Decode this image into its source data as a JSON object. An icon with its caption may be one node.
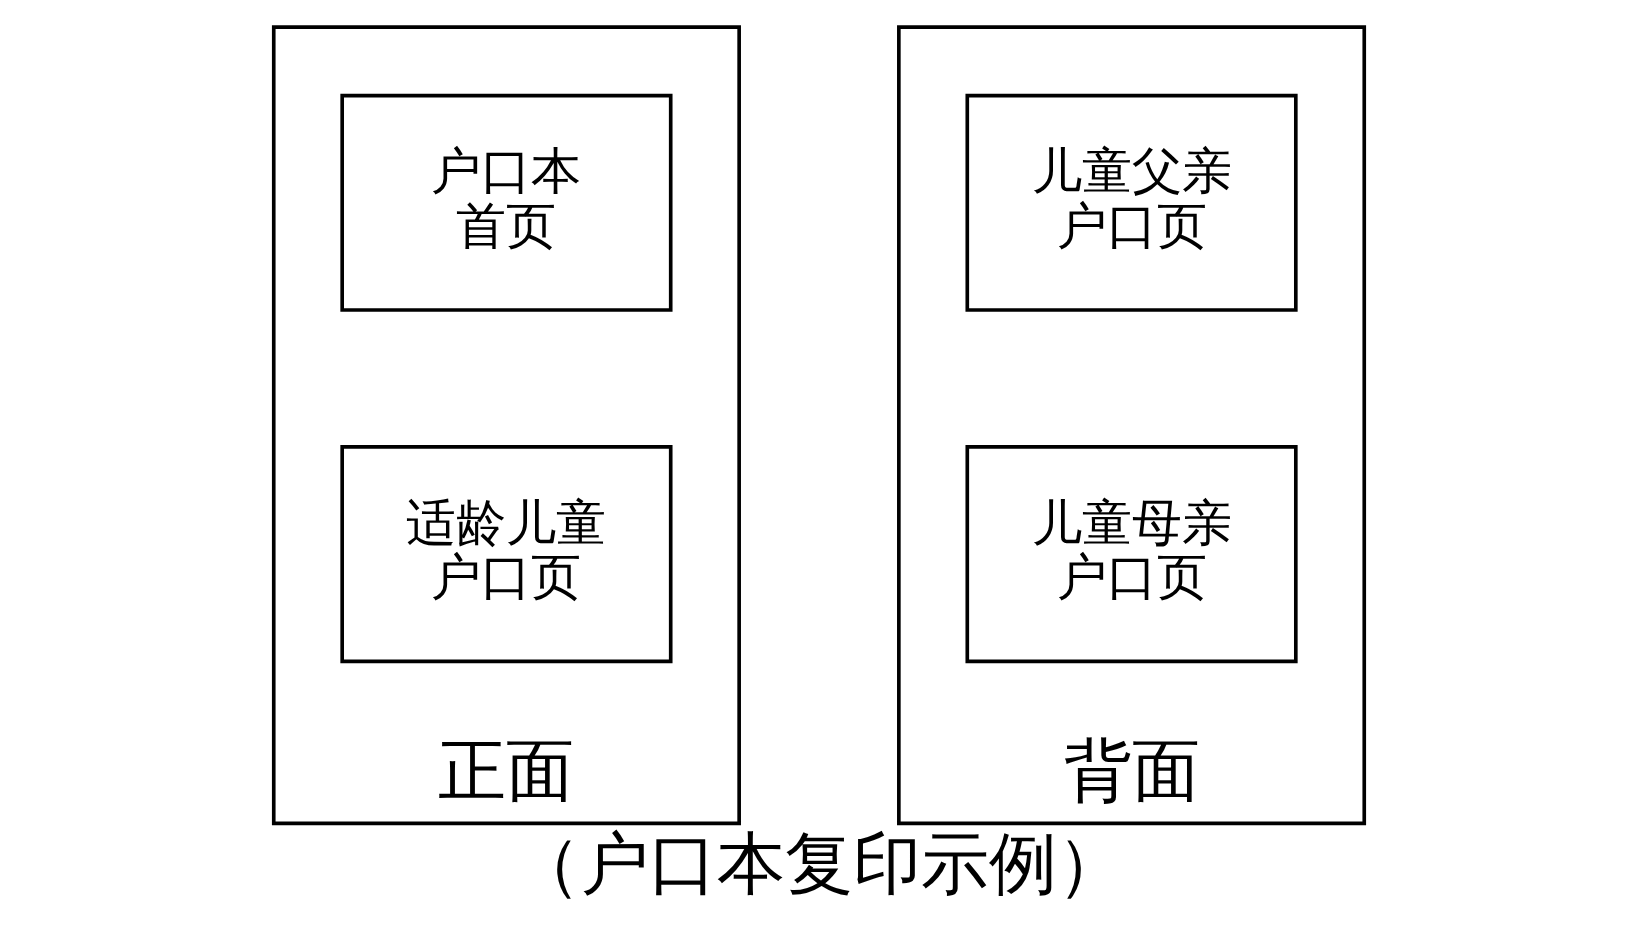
{
  "diagram": {
    "caption": "（户口本复印示例）",
    "nodes": [
      {
        "text": [
          "正面"
        ]
      },
      {
        "text": [
          "户口本首页"
        ],
        "in": 0
      },
      {
        "text": [
          "适龄儿童户口页"
        ],
        "in": 0
      },
      {
        "text": [
          "背面"
        ]
      },
      {
        "text": [
          "儿童父亲户口页"
        ],
        "in": 3
      },
      {
        "text": [
          "儿童母亲户口页"
        ],
        "in": 3
      }
    ],
    "edges": []
  }
}
